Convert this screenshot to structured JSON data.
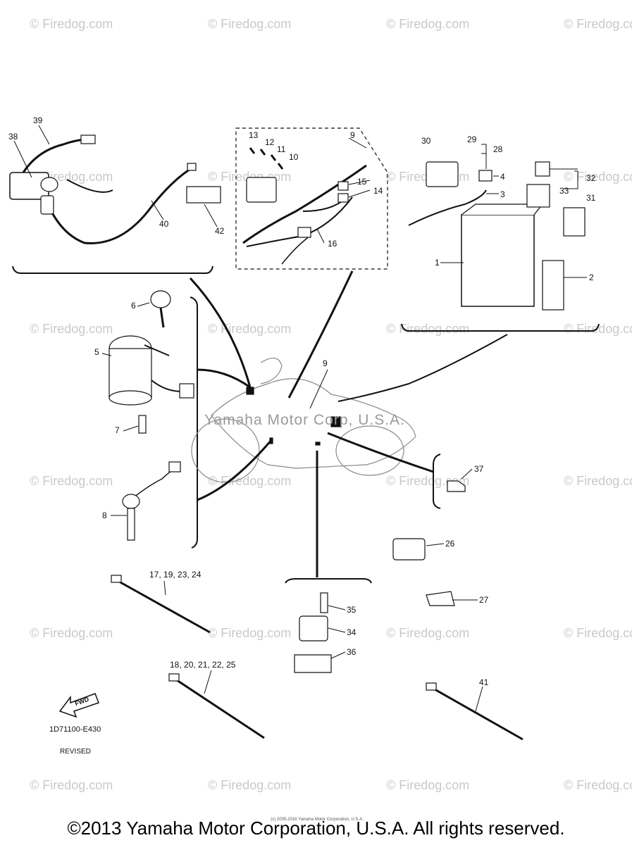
{
  "watermark": "© Firedog.com",
  "center_watermark": "Yamaha Motor Corp, U.S.A.",
  "diagram_code": "1D71100-E430",
  "revised_label": "REVISED",
  "fwd_label": "FWD",
  "tiny_copyright": "(c) 2005-2016 Yamaha Motor Corporation, U.S.A.",
  "copyright": "©2013 Yamaha Motor Corporation, U.S.A. All rights reserved.",
  "callouts": {
    "c1": "1",
    "c2": "2",
    "c3": "3",
    "c4": "4",
    "c5": "5",
    "c6": "6",
    "c7": "7",
    "c8": "8",
    "c9a": "9",
    "c9b": "9",
    "c10": "10",
    "c11": "11",
    "c12": "12",
    "c13": "13",
    "c14": "14",
    "c15": "15",
    "c16": "16",
    "c17": "17, 19, 23, 24",
    "c18": "18, 20, 21, 22, 25",
    "c26": "26",
    "c27": "27",
    "c28": "28",
    "c29": "29",
    "c30": "30",
    "c31": "31",
    "c32": "32",
    "c33": "33",
    "c34": "34",
    "c35": "35",
    "c36": "36",
    "c37": "37",
    "c38": "38",
    "c39": "39",
    "c40": "40",
    "c41": "41",
    "c42": "42"
  }
}
